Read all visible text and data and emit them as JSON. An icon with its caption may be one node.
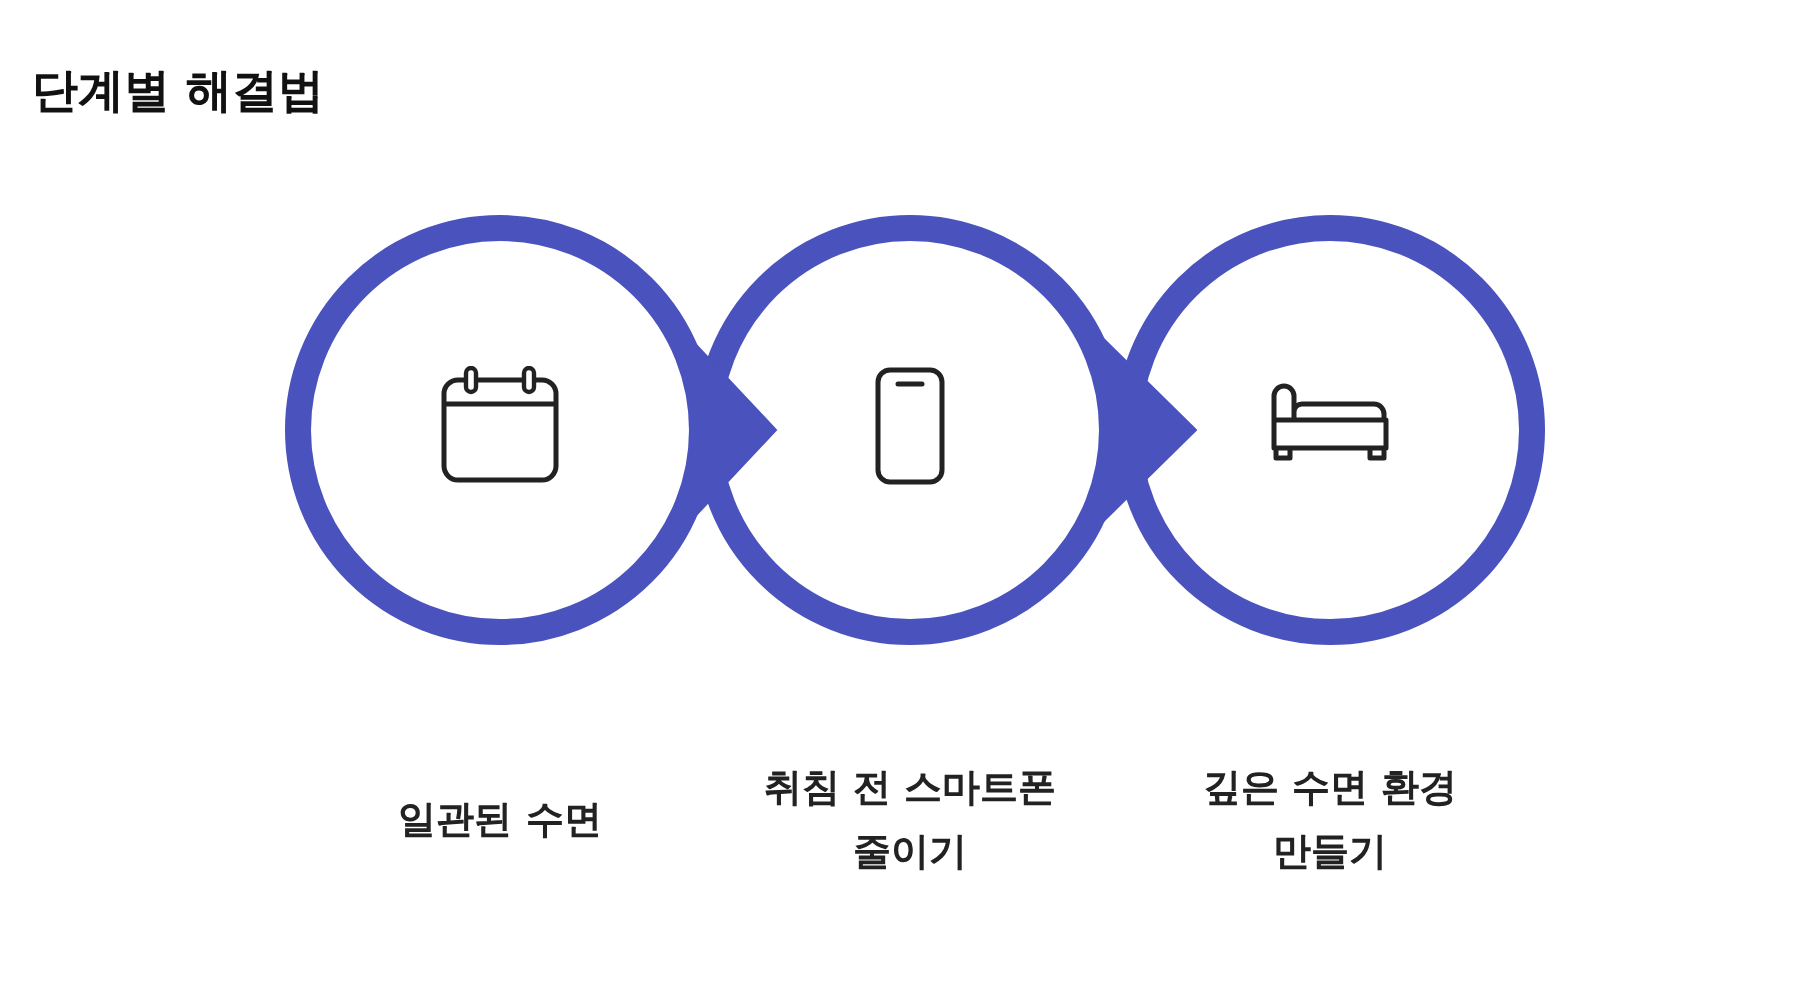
{
  "diagram": {
    "title": "단계별 해결법",
    "nodes": [
      {
        "text": [],
        "shape": "circle"
      },
      {
        "text": [],
        "shape": "circle"
      },
      {
        "text": [],
        "shape": "circle"
      }
    ],
    "edges": [
      {
        "from": 0,
        "to": 1,
        "arrow": "to"
      },
      {
        "from": 1,
        "to": 2,
        "arrow": "to"
      }
    ],
    "labels": [
      "일관된 수면",
      "취침 전 스마트폰 줄이기",
      "깊은 수면 환경 만들기"
    ]
  }
}
